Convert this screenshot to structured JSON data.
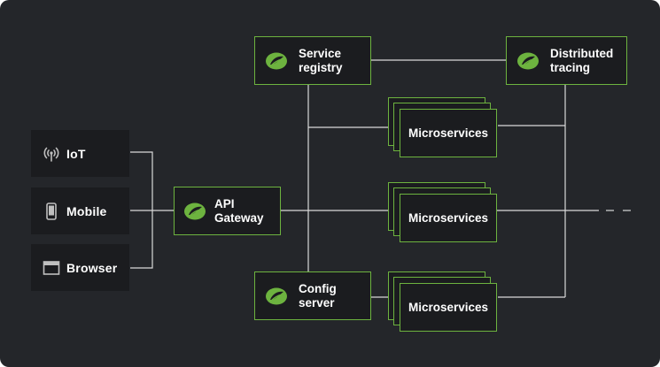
{
  "colors": {
    "background": "#24262a",
    "box_fill": "#1b1c1f",
    "accent_green": "#6db33f",
    "line": "#d9d9d9",
    "text": "#ffffff"
  },
  "clients": [
    {
      "label": "IoT",
      "icon": "antenna-icon"
    },
    {
      "label": "Mobile",
      "icon": "mobile-phone-icon"
    },
    {
      "label": "Browser",
      "icon": "browser-window-icon"
    }
  ],
  "nodes": {
    "api_gateway": {
      "label": "API\nGateway",
      "icon": "spring-leaf-icon"
    },
    "service_registry": {
      "label": "Service\nregistry",
      "icon": "spring-leaf-icon"
    },
    "distributed_tracing": {
      "label": "Distributed\ntracing",
      "icon": "spring-leaf-icon"
    },
    "config_server": {
      "label": "Config\nserver",
      "icon": "spring-leaf-icon"
    }
  },
  "microservices": [
    {
      "label": "Microservices"
    },
    {
      "label": "Microservices"
    },
    {
      "label": "Microservices"
    }
  ]
}
